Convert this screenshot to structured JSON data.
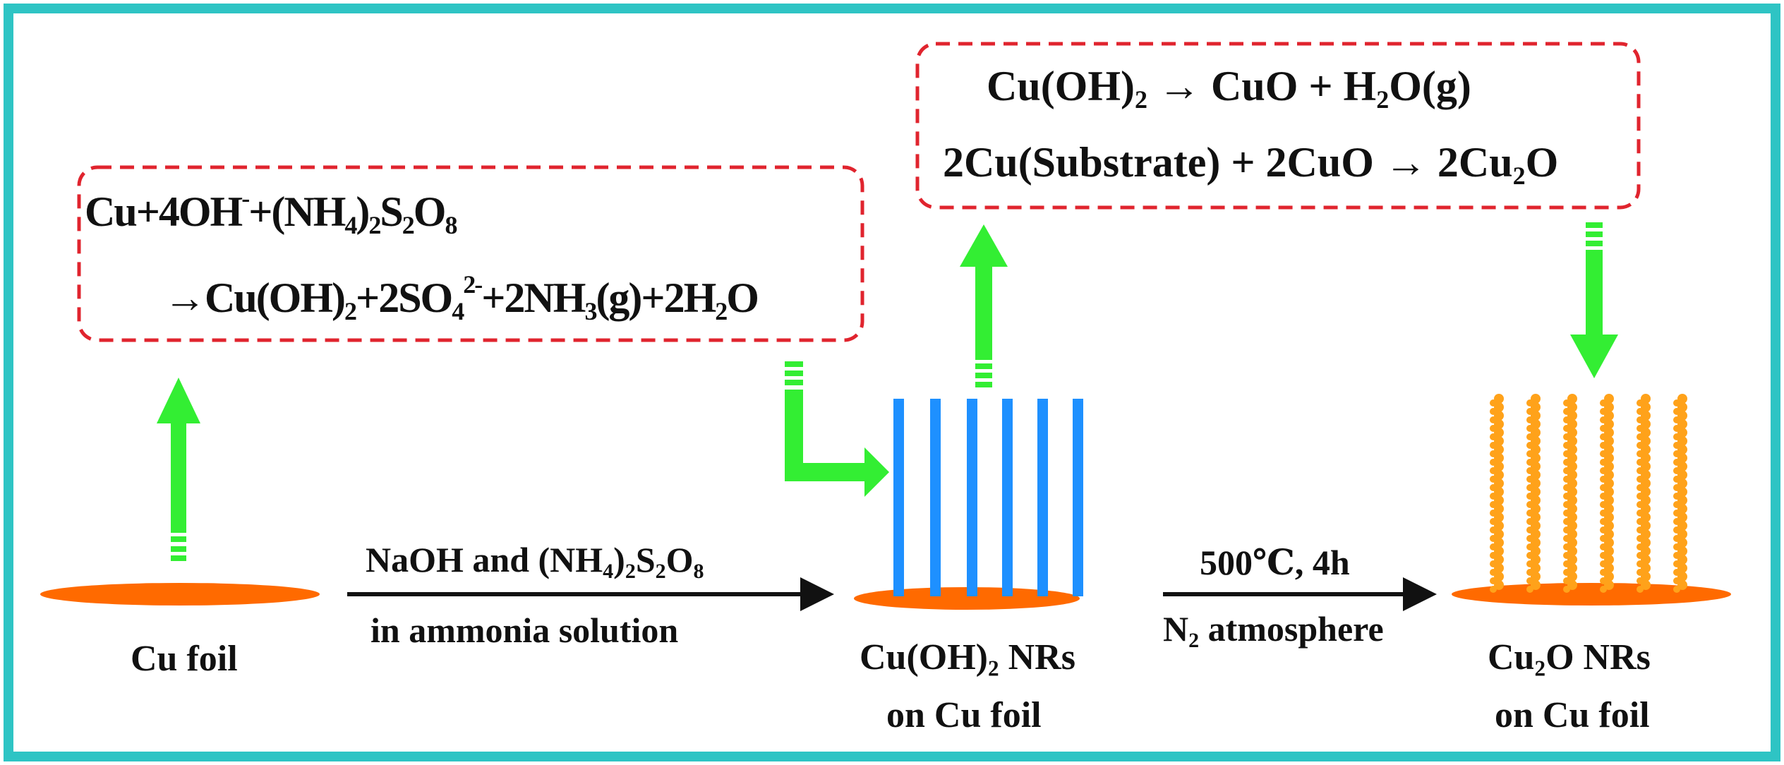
{
  "colors": {
    "frame": "#2ec4c4",
    "dashed_box": "#e0242e",
    "arrow_green": "#33ee33",
    "foil": "#ff6a00",
    "rod_blue": "#1e90ff",
    "rod_orange": "#ffa21a",
    "text": "#111111"
  },
  "equations": {
    "reaction1": {
      "line1": {
        "cu4": "Cu+4OH",
        "sup_minus": "-",
        "plus": "+(NH",
        "sub4": "4",
        "paren": ")",
        "sub2": "2",
        "s": "S",
        "sub2b": "2",
        "o": "O",
        "sub8": "8"
      },
      "line2": {
        "arrow_cu": "→Cu(OH)",
        "sub2": "2",
        "plus2so": "+2SO",
        "sub4": "4",
        "sup2m": "2-",
        "plus2nh": "+2NH",
        "sub3": "3",
        "g": "(g)+2H",
        "sub2b": "2",
        "o": "O"
      }
    },
    "reaction2": {
      "line1": {
        "a": "Cu(OH)",
        "sub2": "2",
        "b": " → CuO + H",
        "sub2b": "2",
        "c": "O(g)"
      },
      "line2": {
        "a": "2Cu(Substrate) + 2CuO → 2Cu",
        "sub2": "2",
        "b": "O"
      }
    }
  },
  "labels": {
    "cu_foil": "Cu foil",
    "cuoh2_a": "Cu(OH)",
    "cuoh2_sub": "2",
    "cuoh2_b": " NRs",
    "on_cu_foil_1": "on Cu foil",
    "cu2o_a": "Cu",
    "cu2o_sub": "2",
    "cu2o_b": "O NRs",
    "on_cu_foil_2": "on Cu foil"
  },
  "conditions": {
    "step1_top_a": "NaOH and (NH",
    "step1_top_sub4": "4",
    "step1_top_b": ")",
    "step1_top_sub2": "2",
    "step1_top_c": "S",
    "step1_top_sub2b": "2",
    "step1_top_d": "O",
    "step1_top_sub8": "8",
    "step1_bottom": "in ammonia solution",
    "step2_top": "500℃, 4h",
    "step2_bottom_a": "N",
    "step2_bottom_sub": "2",
    "step2_bottom_b": " atmosphere"
  }
}
